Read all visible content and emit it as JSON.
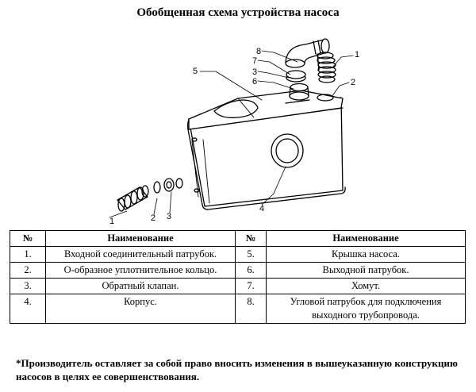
{
  "title": "Обобщенная схема устройства насоса",
  "callouts": {
    "c1a": "1",
    "c1b": "1",
    "c2a": "2",
    "c2b": "2",
    "c3a": "3",
    "c3b": "3",
    "c4": "4",
    "c5": "5",
    "c6": "6",
    "c7": "7",
    "c8": "8"
  },
  "table": {
    "headers": [
      "№",
      "Наименование",
      "№",
      "Наименование"
    ],
    "rows": [
      [
        "1.",
        "Входной соединительный патрубок.",
        "5.",
        "Крышка насоса."
      ],
      [
        "2.",
        "О-образное уплотнительное кольцо.",
        "6.",
        "Выходной патрубок."
      ],
      [
        "3.",
        "Обратный клапан.",
        "7.",
        "Хомут."
      ],
      [
        "4.",
        "Корпус.",
        "8.",
        "Угловой патрубок для подключения выходного трубопровода."
      ]
    ]
  },
  "note": "*Производитель оставляет за собой право вносить изменения в вышеуказанную конструкцию насосов в целях ее совершенствования."
}
